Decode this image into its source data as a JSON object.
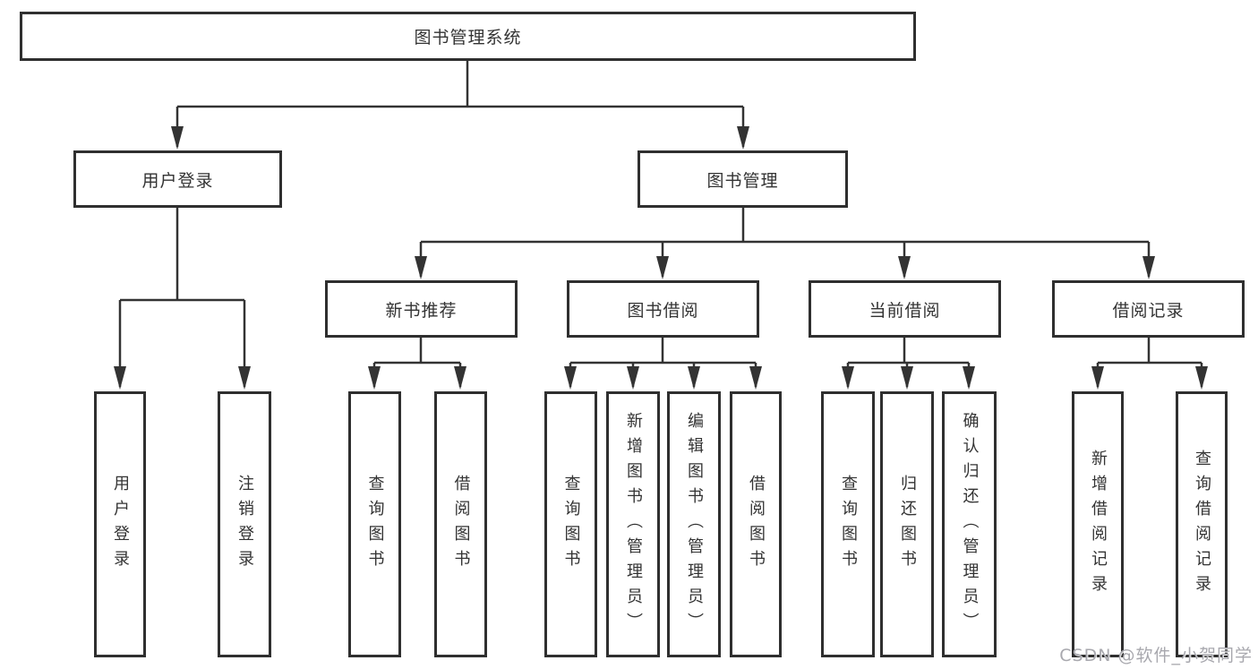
{
  "colors": {
    "line": "#333333",
    "box_border": "#2f2f2f",
    "text": "#333333",
    "watermark": "#a8a8ae",
    "background": "#ffffff"
  },
  "watermark": "CSDN @软件_小贺同学",
  "tree": {
    "label": "图书管理系统",
    "children": [
      {
        "label": "用户登录",
        "children": [
          {
            "label": "用户登录"
          },
          {
            "label": "注销登录"
          }
        ]
      },
      {
        "label": "图书管理",
        "children": [
          {
            "label": "新书推荐",
            "children": [
              {
                "label": "查询图书"
              },
              {
                "label": "借阅图书"
              }
            ]
          },
          {
            "label": "图书借阅",
            "children": [
              {
                "label": "查询图书"
              },
              {
                "label": "新增图书（管理员）"
              },
              {
                "label": "编辑图书（管理员）"
              },
              {
                "label": "借阅图书"
              }
            ]
          },
          {
            "label": "当前借阅",
            "children": [
              {
                "label": "查询图书"
              },
              {
                "label": "归还图书"
              },
              {
                "label": "确认归还（管理员）"
              }
            ]
          },
          {
            "label": "借阅记录",
            "children": [
              {
                "label": "新增借阅记录"
              },
              {
                "label": "查询借阅记录"
              }
            ]
          }
        ]
      }
    ]
  }
}
